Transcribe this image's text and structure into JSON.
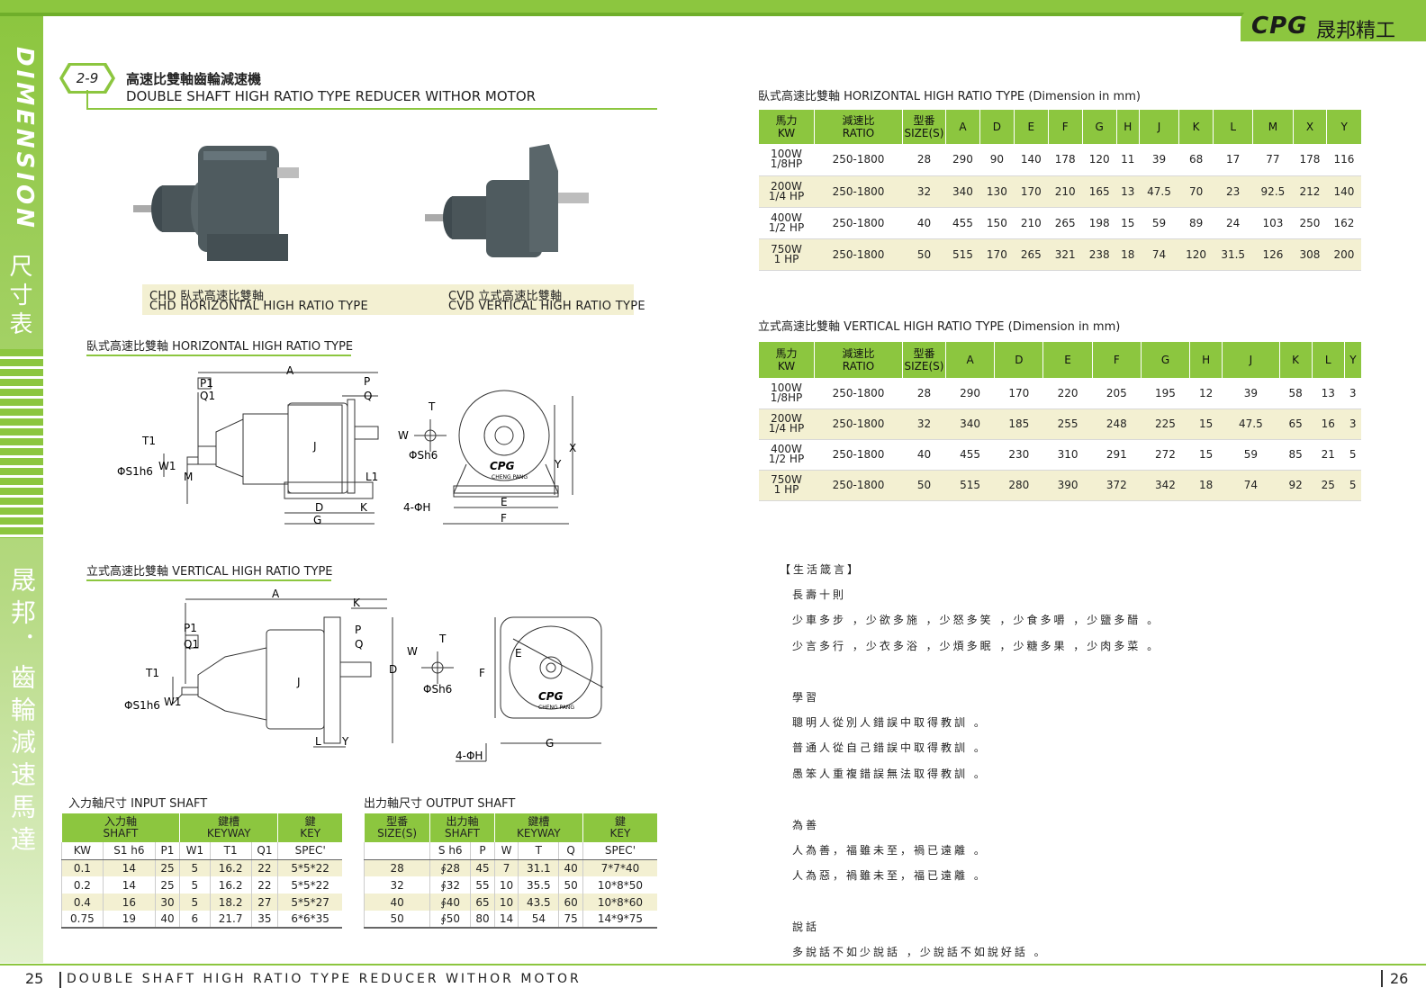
{
  "brand": {
    "logo": "CPG",
    "name": "晟邦精工"
  },
  "sidebar": {
    "dimension": "DIMENSION",
    "dimension_cn": "尺寸表",
    "title": "晟邦．齒輪減速馬達"
  },
  "section": {
    "number": "2-9",
    "title_cn": "高速比雙軸齒輪減速機",
    "title_en": "DOUBLE SHAFT HIGH RATIO TYPE REDUCER WITHOR MOTOR"
  },
  "captions": {
    "chd_cn": "CHD  臥式高速比雙軸",
    "chd_en": "CHD  HORIZONTAL HIGH RATIO TYPE",
    "cvd_cn": "CVD  立式高速比雙軸",
    "cvd_en": "CVD  VERTICAL HIGH RATIO TYPE"
  },
  "drawings": {
    "horizontal_title": "臥式高速比雙軸 HORIZONTAL HIGH RATIO TYPE",
    "vertical_title": "立式高速比雙軸 VERTICAL HIGH RATIO TYPE",
    "hlabels": {
      "A": "A",
      "P": "P",
      "Q": "Q",
      "P1": "P1",
      "Q1": "Q1",
      "J": "J",
      "M": "M",
      "L1": "L1",
      "T1": "T1",
      "W1": "W1",
      "S1": "ΦS1h6",
      "D": "D",
      "K": "K",
      "G": "G",
      "T": "T",
      "W": "W",
      "Sh": "ΦSh6",
      "X": "X",
      "Y": "Y",
      "H": "4-ΦH",
      "E": "E",
      "F": "F",
      "logo": "CPG",
      "sublogo": "CHENG PANG"
    },
    "vlabels": {
      "A": "A",
      "K": "K",
      "P": "P",
      "Q": "Q",
      "P1": "P1",
      "Q1": "Q1",
      "J": "J",
      "D": "D",
      "T1": "T1",
      "W1": "W1",
      "S1": "ΦS1h6",
      "L": "L",
      "Y": "Y",
      "T": "T",
      "W": "W",
      "Sh": "ΦSh6",
      "E": "E",
      "F": "F",
      "G": "G",
      "H": "4-ΦH",
      "logo": "CPG",
      "sublogo": "CHENG PANG"
    }
  },
  "htable": {
    "title": "臥式高速比雙軸 HORIZONTAL HIGH RATIO TYPE (Dimension in mm)",
    "headers": [
      "馬力\nKW",
      "減速比\nRATIO",
      "型番\nSIZE(S)",
      "A",
      "D",
      "E",
      "F",
      "G",
      "H",
      "J",
      "K",
      "L",
      "M",
      "X",
      "Y"
    ],
    "rows": [
      [
        "100W\n1/8HP",
        "250-1800",
        "28",
        "290",
        "90",
        "140",
        "178",
        "120",
        "11",
        "39",
        "68",
        "17",
        "77",
        "178",
        "116"
      ],
      [
        "200W\n1/4 HP",
        "250-1800",
        "32",
        "340",
        "130",
        "170",
        "210",
        "165",
        "13",
        "47.5",
        "70",
        "23",
        "92.5",
        "212",
        "140"
      ],
      [
        "400W\n1/2 HP",
        "250-1800",
        "40",
        "455",
        "150",
        "210",
        "265",
        "198",
        "15",
        "59",
        "89",
        "24",
        "103",
        "250",
        "162"
      ],
      [
        "750W\n1 HP",
        "250-1800",
        "50",
        "515",
        "170",
        "265",
        "321",
        "238",
        "18",
        "74",
        "120",
        "31.5",
        "126",
        "308",
        "200"
      ]
    ]
  },
  "vtable": {
    "title": "立式高速比雙軸 VERTICAL HIGH RATIO TYPE (Dimension in mm)",
    "headers": [
      "馬力\nKW",
      "減速比\nRATIO",
      "型番\nSIZE(S)",
      "A",
      "D",
      "E",
      "F",
      "G",
      "H",
      "J",
      "K",
      "L",
      "Y"
    ],
    "rows": [
      [
        "100W\n1/8HP",
        "250-1800",
        "28",
        "290",
        "170",
        "220",
        "205",
        "195",
        "12",
        "39",
        "58",
        "13",
        "3"
      ],
      [
        "200W\n1/4 HP",
        "250-1800",
        "32",
        "340",
        "185",
        "255",
        "248",
        "225",
        "15",
        "47.5",
        "65",
        "16",
        "3"
      ],
      [
        "400W\n1/2 HP",
        "250-1800",
        "40",
        "455",
        "230",
        "310",
        "291",
        "272",
        "15",
        "59",
        "85",
        "21",
        "5"
      ],
      [
        "750W\n1 HP",
        "250-1800",
        "50",
        "515",
        "280",
        "390",
        "372",
        "342",
        "18",
        "74",
        "92",
        "25",
        "5"
      ]
    ]
  },
  "input_shaft": {
    "title": "入力軸尺寸  INPUT SHAFT",
    "groups": [
      "入力軸\nSHAFT",
      "鍵槽\nKEYWAY",
      "鍵\nKEY"
    ],
    "sub": [
      "KW",
      "S1 h6",
      "P1",
      "W1",
      "T1",
      "Q1",
      "SPEC'"
    ],
    "rows": [
      [
        "0.1",
        "14",
        "25",
        "5",
        "16.2",
        "22",
        "5*5*22"
      ],
      [
        "0.2",
        "14",
        "25",
        "5",
        "16.2",
        "22",
        "5*5*22"
      ],
      [
        "0.4",
        "16",
        "30",
        "5",
        "18.2",
        "27",
        "5*5*27"
      ],
      [
        "0.75",
        "19",
        "40",
        "6",
        "21.7",
        "35",
        "6*6*35"
      ]
    ]
  },
  "output_shaft": {
    "title": "出力軸尺寸  OUTPUT SHAFT",
    "groups": [
      "型番\nSIZE(S)",
      "出力軸\nSHAFT",
      "鍵槽\nKEYWAY",
      "鍵\nKEY"
    ],
    "sub": [
      "",
      "S h6",
      "P",
      "W",
      "T",
      "Q",
      "SPEC'"
    ],
    "rows": [
      [
        "28",
        "∮28",
        "45",
        "7",
        "31.1",
        "40",
        "7*7*40"
      ],
      [
        "32",
        "∮32",
        "55",
        "10",
        "35.5",
        "50",
        "10*8*50"
      ],
      [
        "40",
        "∮40",
        "65",
        "10",
        "43.5",
        "60",
        "10*8*60"
      ],
      [
        "50",
        "∮50",
        "80",
        "14",
        "54",
        "75",
        "14*9*75"
      ]
    ]
  },
  "proverbs": {
    "heading": "【生活箴言】",
    "lines": [
      "長壽十則",
      "少車多步 ，少欲多施 ，少怒多笑 ，少食多嚼 ，少鹽多醋 。",
      "少言多行 ，少衣多浴 ，少煩多眠 ，少糖多果 ，少肉多菜 。",
      "",
      "學習",
      "聰明人從別人錯誤中取得教訓 。",
      "普通人從自己錯誤中取得教訓 。",
      "愚笨人重複錯誤無法取得教訓 。",
      "",
      "為善",
      "人為善，福雖未至，禍已遠離 。",
      "人為惡，禍雖未至，福已遠離 。",
      "",
      "說話",
      "多說話不如少說話 ，少說話不如說好話 。"
    ]
  },
  "footer": {
    "page_left": "25",
    "page_right": "26",
    "text": "DOUBLE SHAFT HIGH RATIO TYPE REDUCER WITHOR MOTOR"
  },
  "colors": {
    "accent": "#8cc63f",
    "row_alt": "#f3f0d2"
  }
}
